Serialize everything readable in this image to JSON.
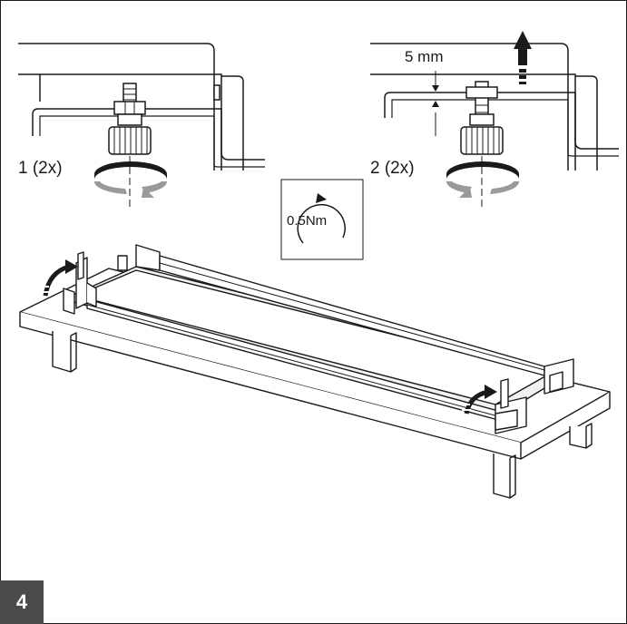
{
  "step_number": "4",
  "detail_left": {
    "label": "1 (2x)"
  },
  "detail_right": {
    "label": "2 (2x)",
    "gap_label": "5 mm"
  },
  "torque": {
    "label": "0.5Nm"
  },
  "colors": {
    "line": "#1a1a1a",
    "badge": "#4a4a4a",
    "arrow_dark": "#1a1a1a",
    "arrow_light": "#9a9a9a",
    "fill_light": "#f2f2f2"
  }
}
